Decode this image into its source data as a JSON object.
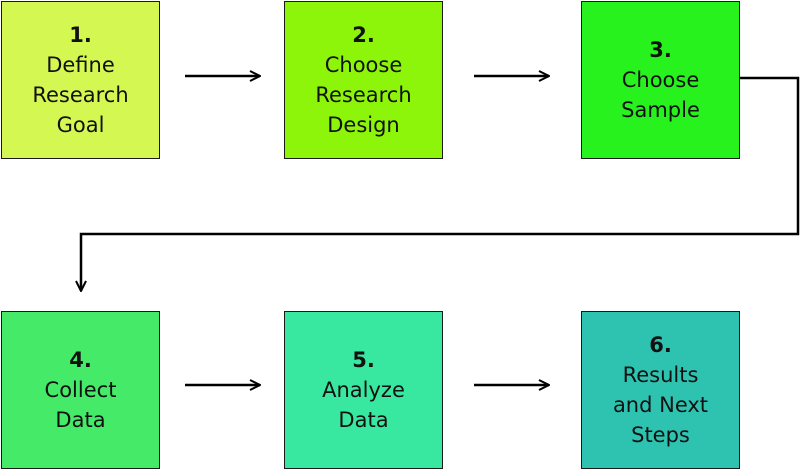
{
  "steps": [
    {
      "number": "1.",
      "lines": [
        "Define",
        "Research",
        "Goal"
      ],
      "color": "#d4f752"
    },
    {
      "number": "2.",
      "lines": [
        "Choose",
        "Research",
        "Design"
      ],
      "color": "#8cf50a"
    },
    {
      "number": "3.",
      "lines": [
        "Choose",
        "Sample"
      ],
      "color": "#28f21e"
    },
    {
      "number": "4.",
      "lines": [
        "Collect",
        "Data"
      ],
      "color": "#44ea68"
    },
    {
      "number": "5.",
      "lines": [
        "Analyze",
        "Data"
      ],
      "color": "#38e8a0"
    },
    {
      "number": "6.",
      "lines": [
        "Results",
        "and Next",
        "Steps"
      ],
      "color": "#2ec3b0"
    }
  ],
  "connector_color": "#000000"
}
